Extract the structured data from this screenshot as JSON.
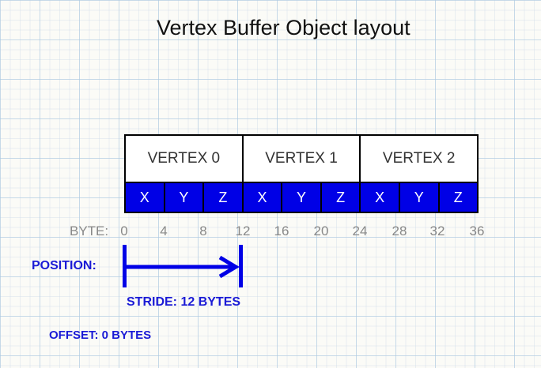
{
  "title": "Vertex Buffer Object layout",
  "vertices": [
    "VERTEX 0",
    "VERTEX 1",
    "VERTEX 2"
  ],
  "components": [
    "X",
    "Y",
    "Z",
    "X",
    "Y",
    "Z",
    "X",
    "Y",
    "Z"
  ],
  "byte_axis": {
    "label": "BYTE:",
    "ticks": [
      "0",
      "4",
      "8",
      "12",
      "16",
      "20",
      "24",
      "28",
      "32",
      "36"
    ]
  },
  "attribute": {
    "name": "POSITION:",
    "stride": "STRIDE: 12 BYTES",
    "offset": "OFFSET: 0 BYTES"
  },
  "colors": {
    "component_fill": "#0000e6",
    "label_blue": "#1a1ad6",
    "arrow": "#0000e6"
  }
}
